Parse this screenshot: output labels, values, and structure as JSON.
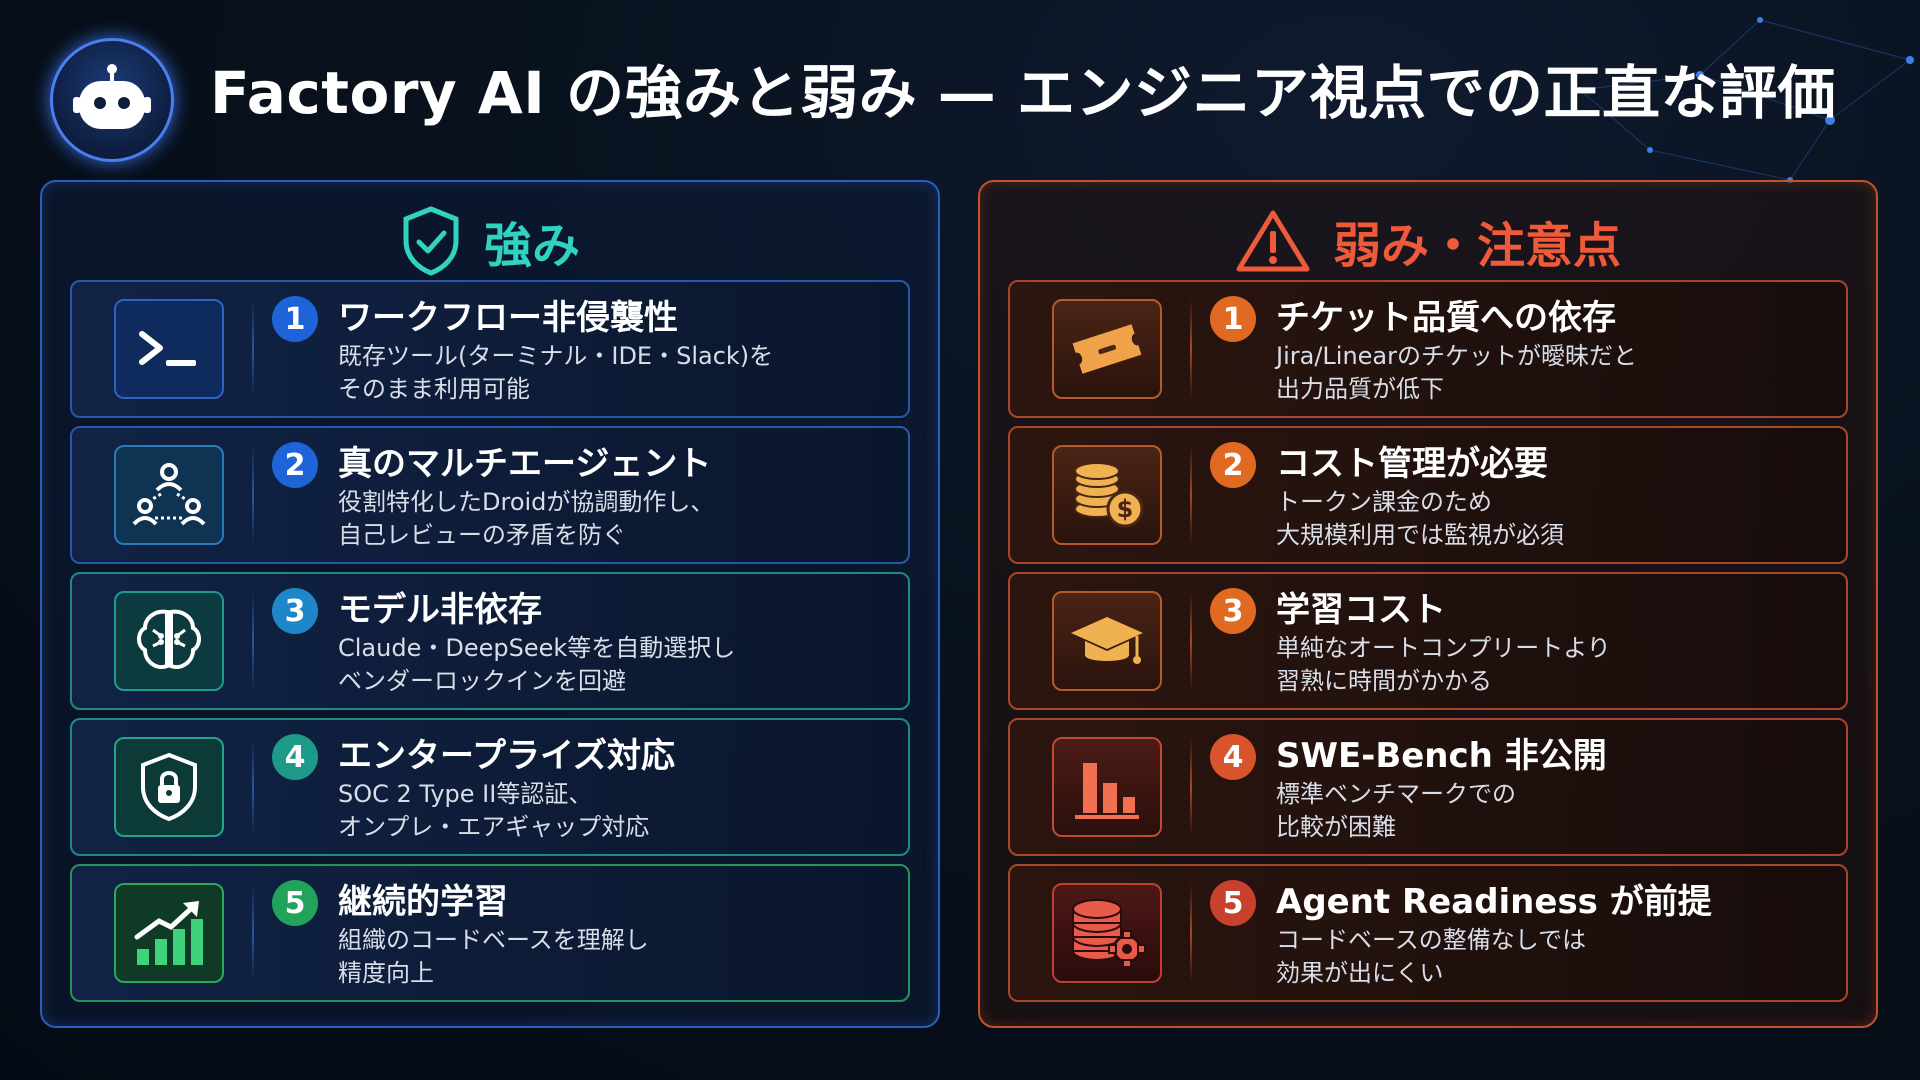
{
  "title": "Factory AI の強みと弱み — エンジニア視点での正直な評価",
  "strengths": {
    "heading": "強み",
    "items": [
      {
        "num": "1",
        "title": "ワークフロー非侵襲性",
        "line1": "既存ツール(ターミナル・IDE・Slack)を",
        "line2": "そのまま利用可能",
        "icon": "terminal-icon"
      },
      {
        "num": "2",
        "title": "真のマルチエージェント",
        "line1": "役割特化したDroidが協調動作し、",
        "line2": "自己レビューの矛盾を防ぐ",
        "icon": "multi-agent-icon"
      },
      {
        "num": "3",
        "title": "モデル非依存",
        "line1": "Claude・DeepSeek等を自動選択し",
        "line2": "ベンダーロックインを回避",
        "icon": "brain-icon"
      },
      {
        "num": "4",
        "title": "エンタープライズ対応",
        "line1": "SOC 2 Type II等認証、",
        "line2": "オンプレ・エアギャップ対応",
        "icon": "shield-lock-icon"
      },
      {
        "num": "5",
        "title": "継続的学習",
        "line1": "組織のコードベースを理解し",
        "line2": "精度向上",
        "icon": "growth-chart-icon"
      }
    ]
  },
  "weaknesses": {
    "heading": "弱み・注意点",
    "items": [
      {
        "num": "1",
        "title": "チケット品質への依存",
        "line1": "Jira/Linearのチケットが曖昧だと",
        "line2": "出力品質が低下",
        "icon": "ticket-icon"
      },
      {
        "num": "2",
        "title": "コスト管理が必要",
        "line1": "トークン課金のため",
        "line2": "大規模利用では監視が必須",
        "icon": "coins-icon"
      },
      {
        "num": "3",
        "title": "学習コスト",
        "line1": "単純なオートコンプリートより",
        "line2": "習熟に時間がかかる",
        "icon": "graduation-cap-icon"
      },
      {
        "num": "4",
        "title": "SWE-Bench 非公開",
        "line1": "標準ベンチマークでの",
        "line2": "比較が困難",
        "icon": "bar-chart-icon"
      },
      {
        "num": "5",
        "title": "Agent Readiness が前提",
        "line1": "コードベースの整備なしでは",
        "line2": "効果が出にくい",
        "icon": "database-gear-icon"
      }
    ]
  },
  "colors": {
    "strength_accent": "#31d2c0",
    "weakness_accent": "#ee5a3a",
    "blue_badge": "#1e63d8",
    "orange_badge": "#e06a22"
  }
}
